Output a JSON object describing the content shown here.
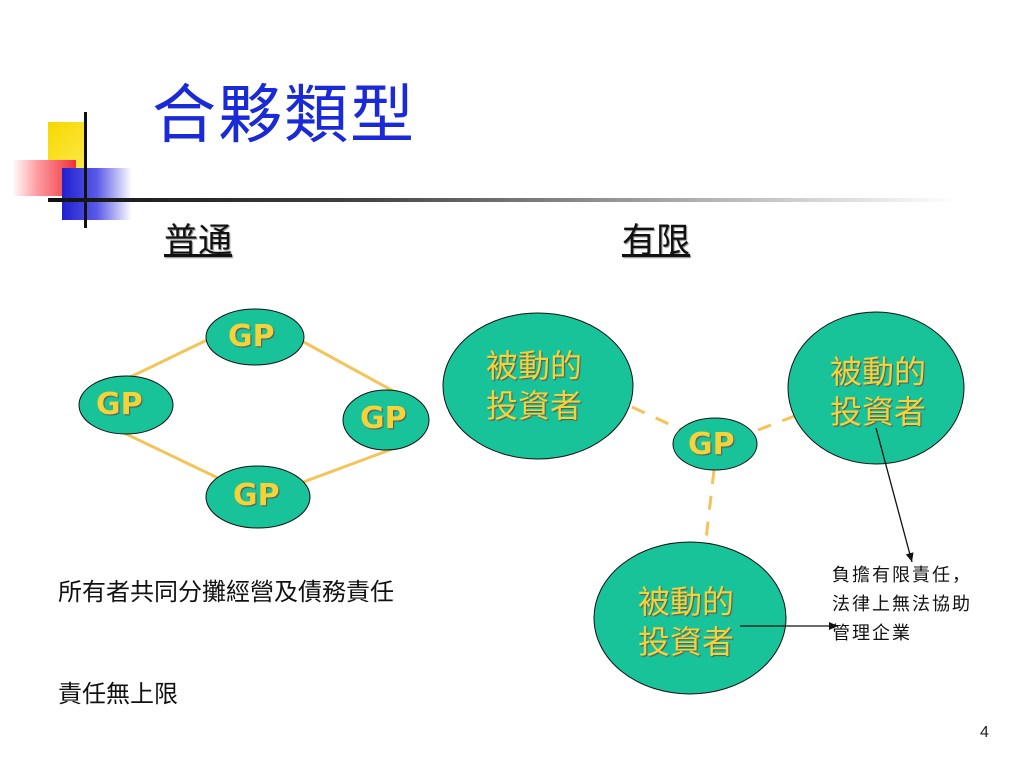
{
  "slide": {
    "title": "合夥類型",
    "page_number": "4"
  },
  "general": {
    "heading": "普通",
    "nodes": [
      "GP",
      "GP",
      "GP",
      "GP"
    ],
    "note_owners": "所有者共同分攤經營及債務責任",
    "note_unlimited": "責任無上限"
  },
  "limited": {
    "heading": "有限",
    "gp_label": "GP",
    "investors": [
      {
        "line1": "被動的",
        "line2": "投資者"
      },
      {
        "line1": "被動的",
        "line2": "投資者"
      },
      {
        "line1": "被動的",
        "line2": "投資者"
      }
    ],
    "liability_note": "負擔有限責任，法律上無法協助管理企業"
  },
  "colors": {
    "title": "#1a2ad6",
    "node_fill": "#19c39a",
    "node_label": "#f3d23a",
    "connector": "#f2c45a"
  }
}
